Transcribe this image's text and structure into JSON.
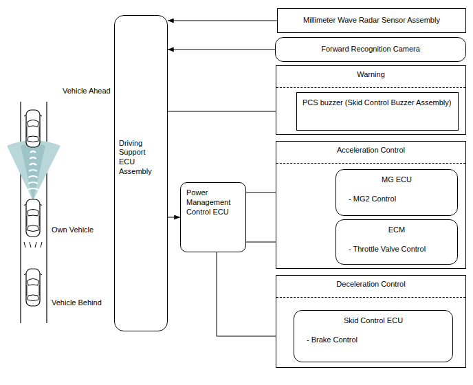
{
  "diagram": {
    "nodes": [
      {
        "text": [
          "Millimeter Wave Radar Sensor Assembly"
        ]
      },
      {
        "text": [
          "Forward Recognition Camera"
        ]
      },
      {
        "text": [
          "Warning"
        ]
      },
      {
        "text": [
          "PCS buzzer (Skid Control Buzzer Assembly)"
        ],
        "in": 2
      },
      {
        "text": [
          "Driving Support ECU Assembly"
        ]
      },
      {
        "text": [
          "Power Management Control ECU"
        ]
      },
      {
        "text": [
          "Acceleration Control"
        ]
      },
      {
        "text": [
          "MG ECU",
          "- MG2 Control"
        ],
        "in": 6
      },
      {
        "text": [
          "ECM",
          "- Throttle Valve Control"
        ],
        "in": 6
      },
      {
        "text": [
          "Deceleration Control"
        ]
      },
      {
        "text": [
          "Skid Control ECU",
          "- Brake Control"
        ],
        "in": 9
      }
    ],
    "edges": [
      {
        "from": 0,
        "to": 4,
        "arrow": "to"
      },
      {
        "from": 1,
        "to": 4,
        "arrow": "to"
      },
      {
        "from": 4,
        "to": 3,
        "arrow": "to"
      },
      {
        "from": 4,
        "to": 5,
        "arrow": "to"
      },
      {
        "from": 5,
        "to": 7,
        "arrow": "to"
      },
      {
        "from": 5,
        "to": 8,
        "arrow": "to"
      },
      {
        "from": 5,
        "to": 10,
        "arrow": "to"
      }
    ],
    "labels": [
      "Vehicle Ahead",
      "Own Vehicle",
      "Vehicle Behind"
    ]
  }
}
